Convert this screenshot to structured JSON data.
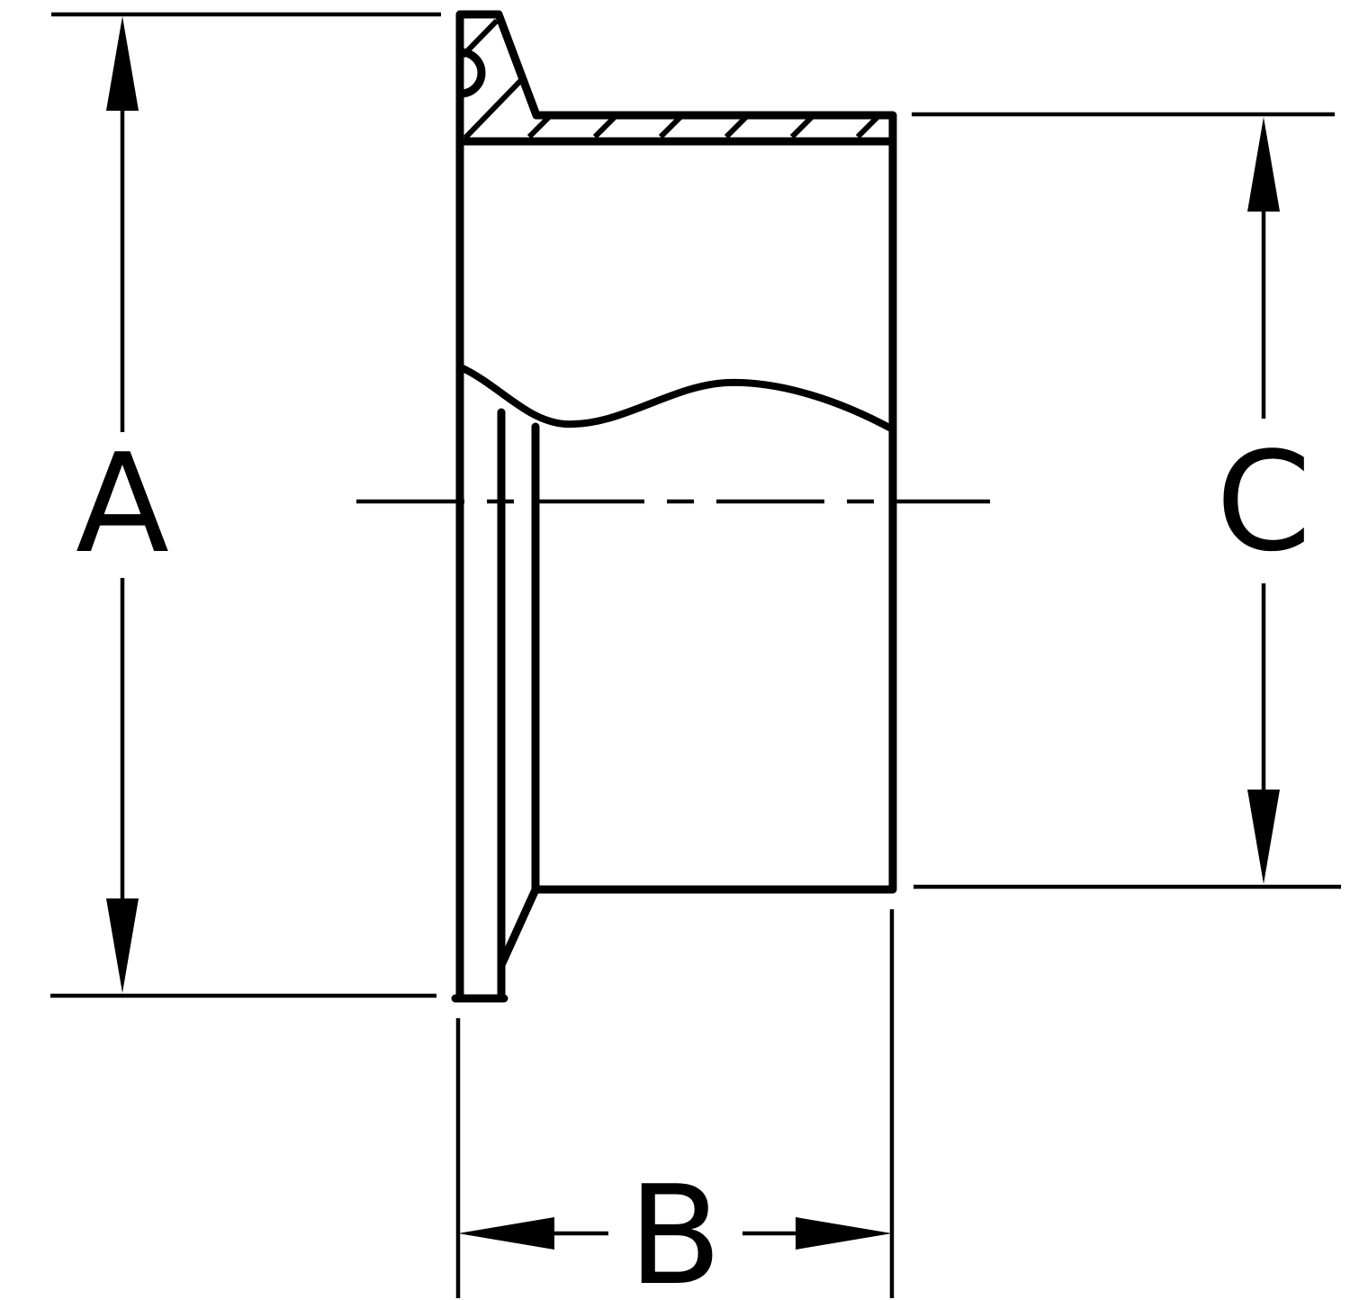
{
  "diagram": {
    "type": "technical-drawing",
    "subject": "sanitary-ferrule-cross-section",
    "labels": {
      "a": "A",
      "b": "B",
      "c": "C"
    },
    "colors": {
      "line": "#000000",
      "background": "#ffffff"
    }
  }
}
